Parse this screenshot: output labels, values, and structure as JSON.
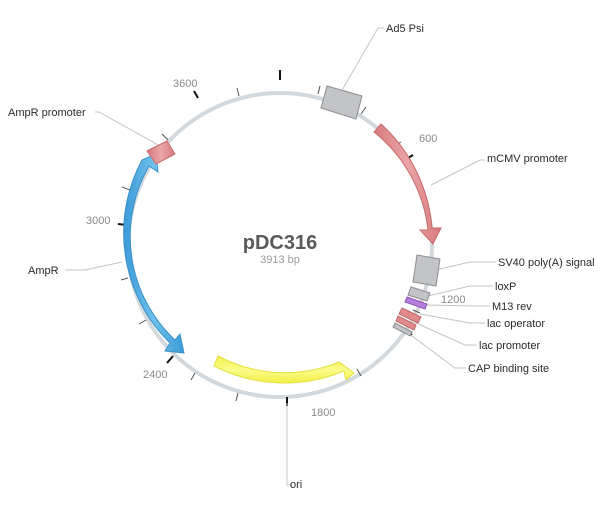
{
  "plasmid": {
    "name": "pDC316",
    "length_label": "3913 bp",
    "length_bp": 3913
  },
  "ticks": {
    "labels": [
      "600",
      "1200",
      "1800",
      "2400",
      "3000",
      "3600"
    ]
  },
  "features": [
    {
      "id": "ad5-psi",
      "label": "Ad5 Psi",
      "type": "box",
      "color": "#c2c4c7"
    },
    {
      "id": "mcmv-promoter",
      "label": "mCMV promoter",
      "type": "arrow-cw",
      "color": "#e08a8c"
    },
    {
      "id": "sv40-polya",
      "label": "SV40 poly(A) signal",
      "type": "box",
      "color": "#c2c4c7"
    },
    {
      "id": "loxp",
      "label": "loxP",
      "type": "box",
      "color": "#c2c4c7"
    },
    {
      "id": "m13-rev",
      "label": "M13 rev",
      "type": "box",
      "color": "#b57edc"
    },
    {
      "id": "lac-operator",
      "label": "lac operator",
      "type": "box",
      "color": "#e08a8c"
    },
    {
      "id": "lac-promoter",
      "label": "lac promoter",
      "type": "box",
      "color": "#e08a8c"
    },
    {
      "id": "cap-binding-site",
      "label": "CAP binding site",
      "type": "box",
      "color": "#c2c4c7"
    },
    {
      "id": "ori",
      "label": "ori",
      "type": "arrow-cw",
      "color": "#f7f55a"
    },
    {
      "id": "ampr",
      "label": "AmpR",
      "type": "arrow-ccw",
      "color": "#4ea8dc"
    },
    {
      "id": "ampr-promoter",
      "label": "AmpR promoter",
      "type": "arrow-ccw",
      "color": "#e08a8c"
    }
  ]
}
